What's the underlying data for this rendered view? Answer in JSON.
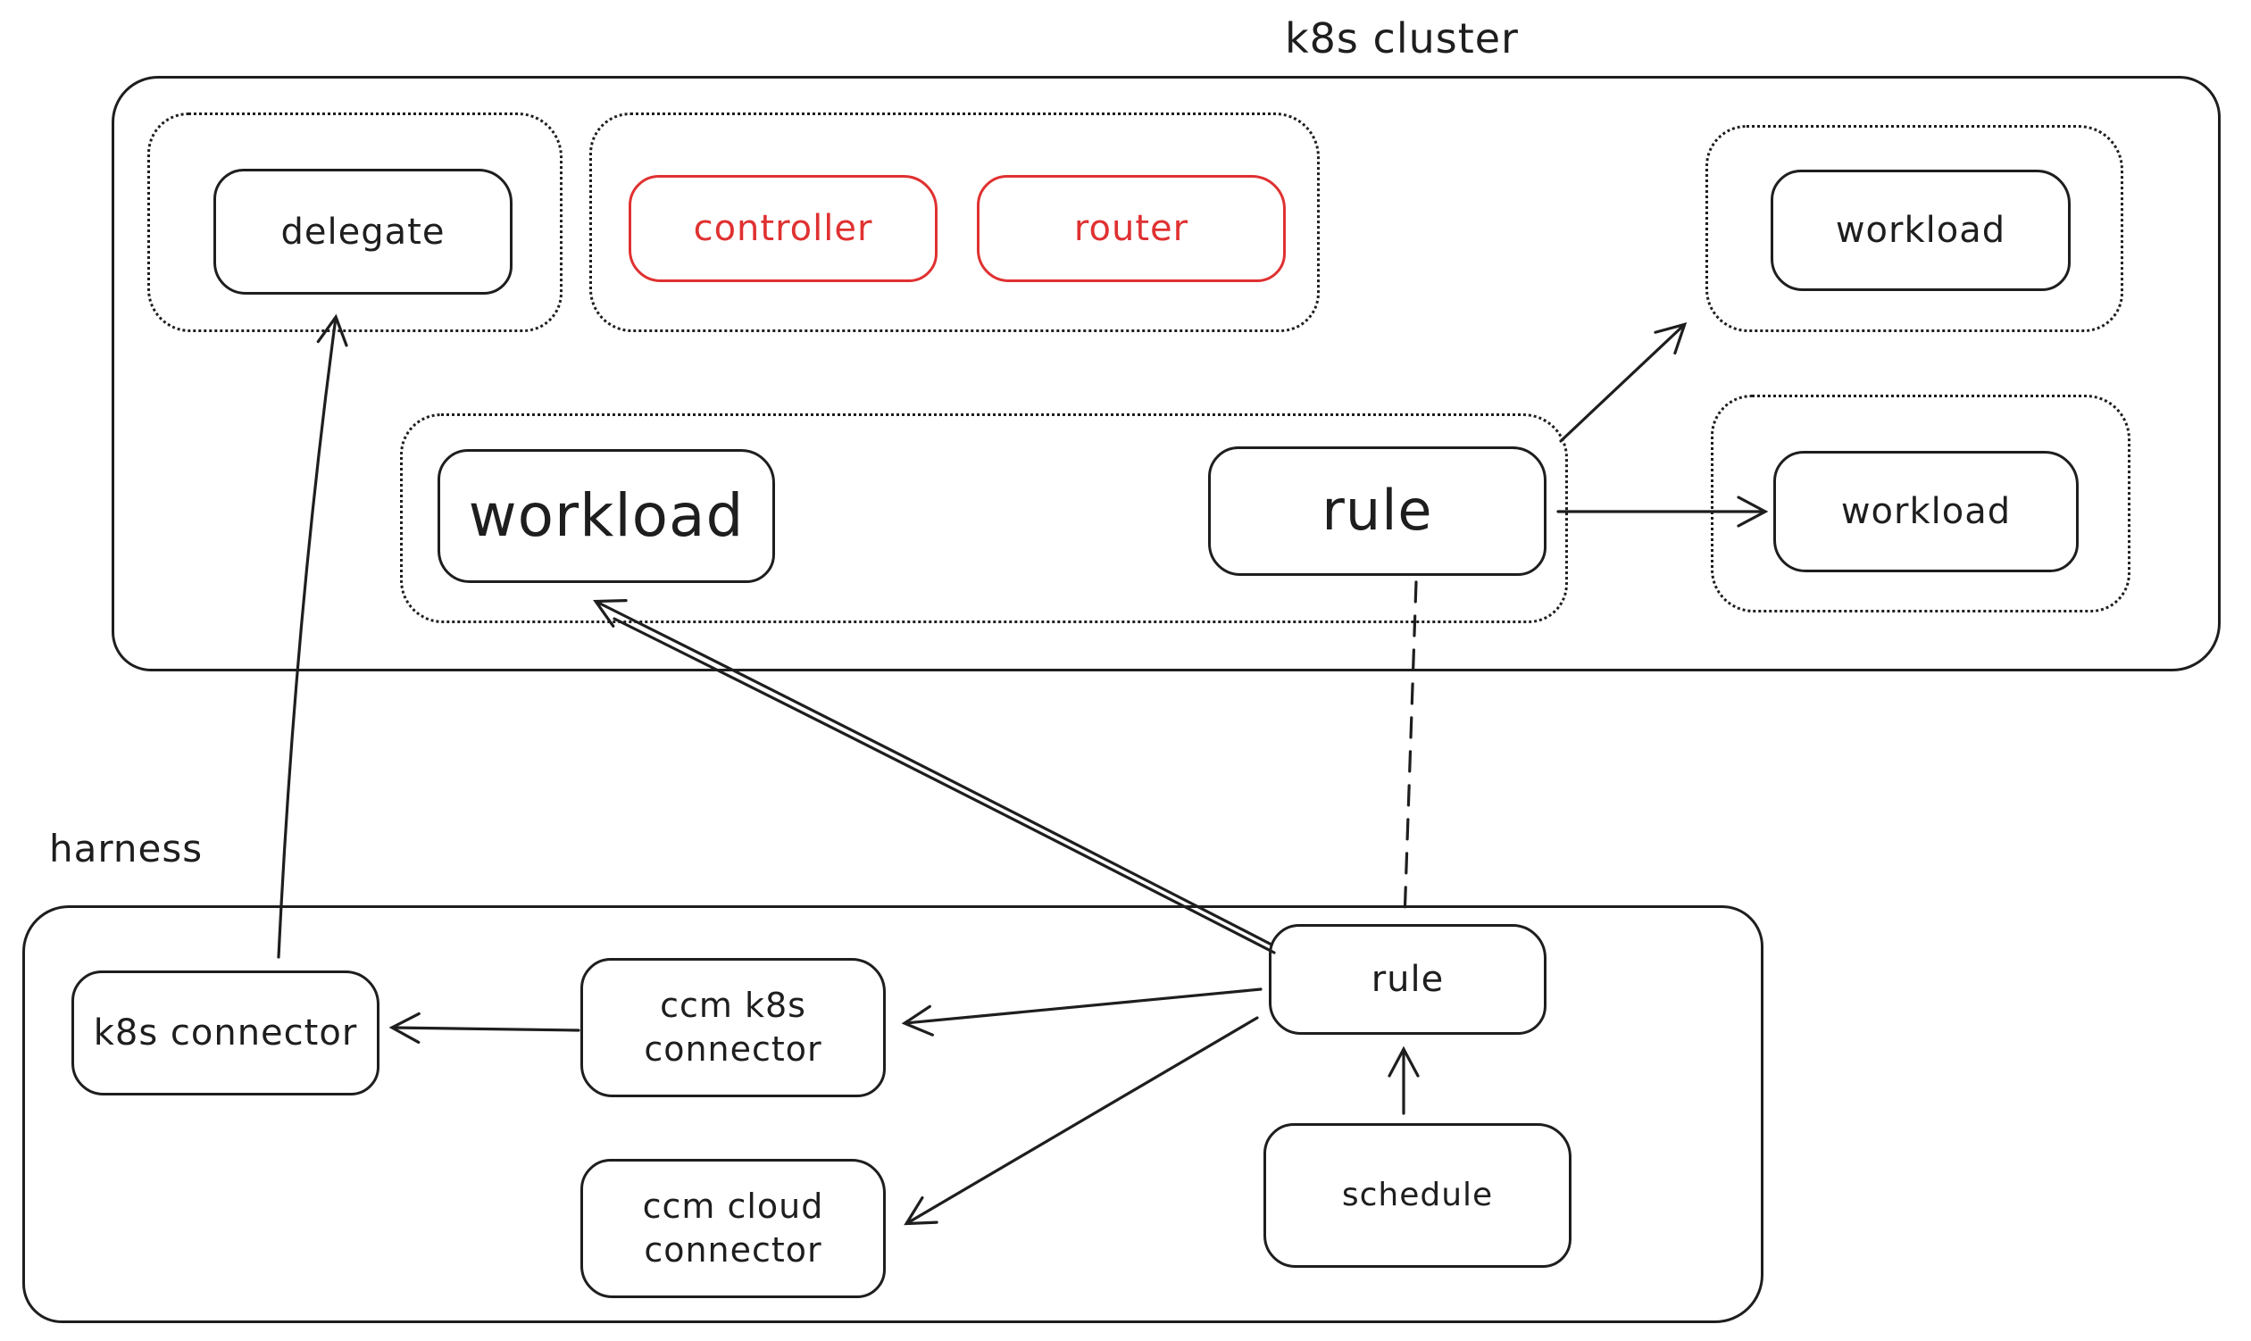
{
  "canvas": {
    "background": "#ffffff",
    "ink_color": "#1e1e1e",
    "accent_red": "#e03131"
  },
  "clusters": {
    "k8s_cluster": {
      "label": "k8s cluster"
    },
    "harness": {
      "label": "harness"
    }
  },
  "nodes": {
    "delegate": {
      "label": "delegate",
      "color": "#1e1e1e"
    },
    "controller": {
      "label": "controller",
      "color": "#e03131"
    },
    "router": {
      "label": "router",
      "color": "#e03131"
    },
    "workload_top_right": {
      "label": "workload",
      "color": "#1e1e1e"
    },
    "workload_mid_right": {
      "label": "workload",
      "color": "#1e1e1e"
    },
    "workload_main": {
      "label": "workload",
      "color": "#1e1e1e"
    },
    "rule_main": {
      "label": "rule",
      "color": "#1e1e1e"
    },
    "k8s_connector": {
      "label": "k8s connector",
      "color": "#1e1e1e"
    },
    "ccm_k8s_connector": {
      "label": "ccm k8s connector",
      "color": "#1e1e1e"
    },
    "ccm_cloud_connector": {
      "label": "ccm cloud connector",
      "color": "#1e1e1e"
    },
    "rule_harness": {
      "label": "rule",
      "color": "#1e1e1e"
    },
    "schedule": {
      "label": "schedule",
      "color": "#1e1e1e"
    }
  },
  "edges": [
    {
      "from": "k8s_connector",
      "to": "delegate",
      "style": "solid",
      "arrowhead": "end"
    },
    {
      "from": "rule_harness",
      "to": "workload_main",
      "style": "solid",
      "arrowhead": "end"
    },
    {
      "from": "rule_harness",
      "to": "ccm_k8s_connector",
      "style": "solid",
      "arrowhead": "end"
    },
    {
      "from": "rule_harness",
      "to": "ccm_cloud_connector",
      "style": "solid",
      "arrowhead": "end"
    },
    {
      "from": "ccm_k8s_connector",
      "to": "k8s_connector",
      "style": "solid",
      "arrowhead": "end"
    },
    {
      "from": "schedule",
      "to": "rule_harness",
      "style": "solid",
      "arrowhead": "end"
    },
    {
      "from": "rule_main",
      "to": "workload_top_right",
      "style": "solid",
      "arrowhead": "end"
    },
    {
      "from": "rule_main",
      "to": "workload_mid_right",
      "style": "solid",
      "arrowhead": "end"
    },
    {
      "from": "rule_main",
      "to": "rule_harness",
      "style": "dashed",
      "arrowhead": "none"
    }
  ]
}
